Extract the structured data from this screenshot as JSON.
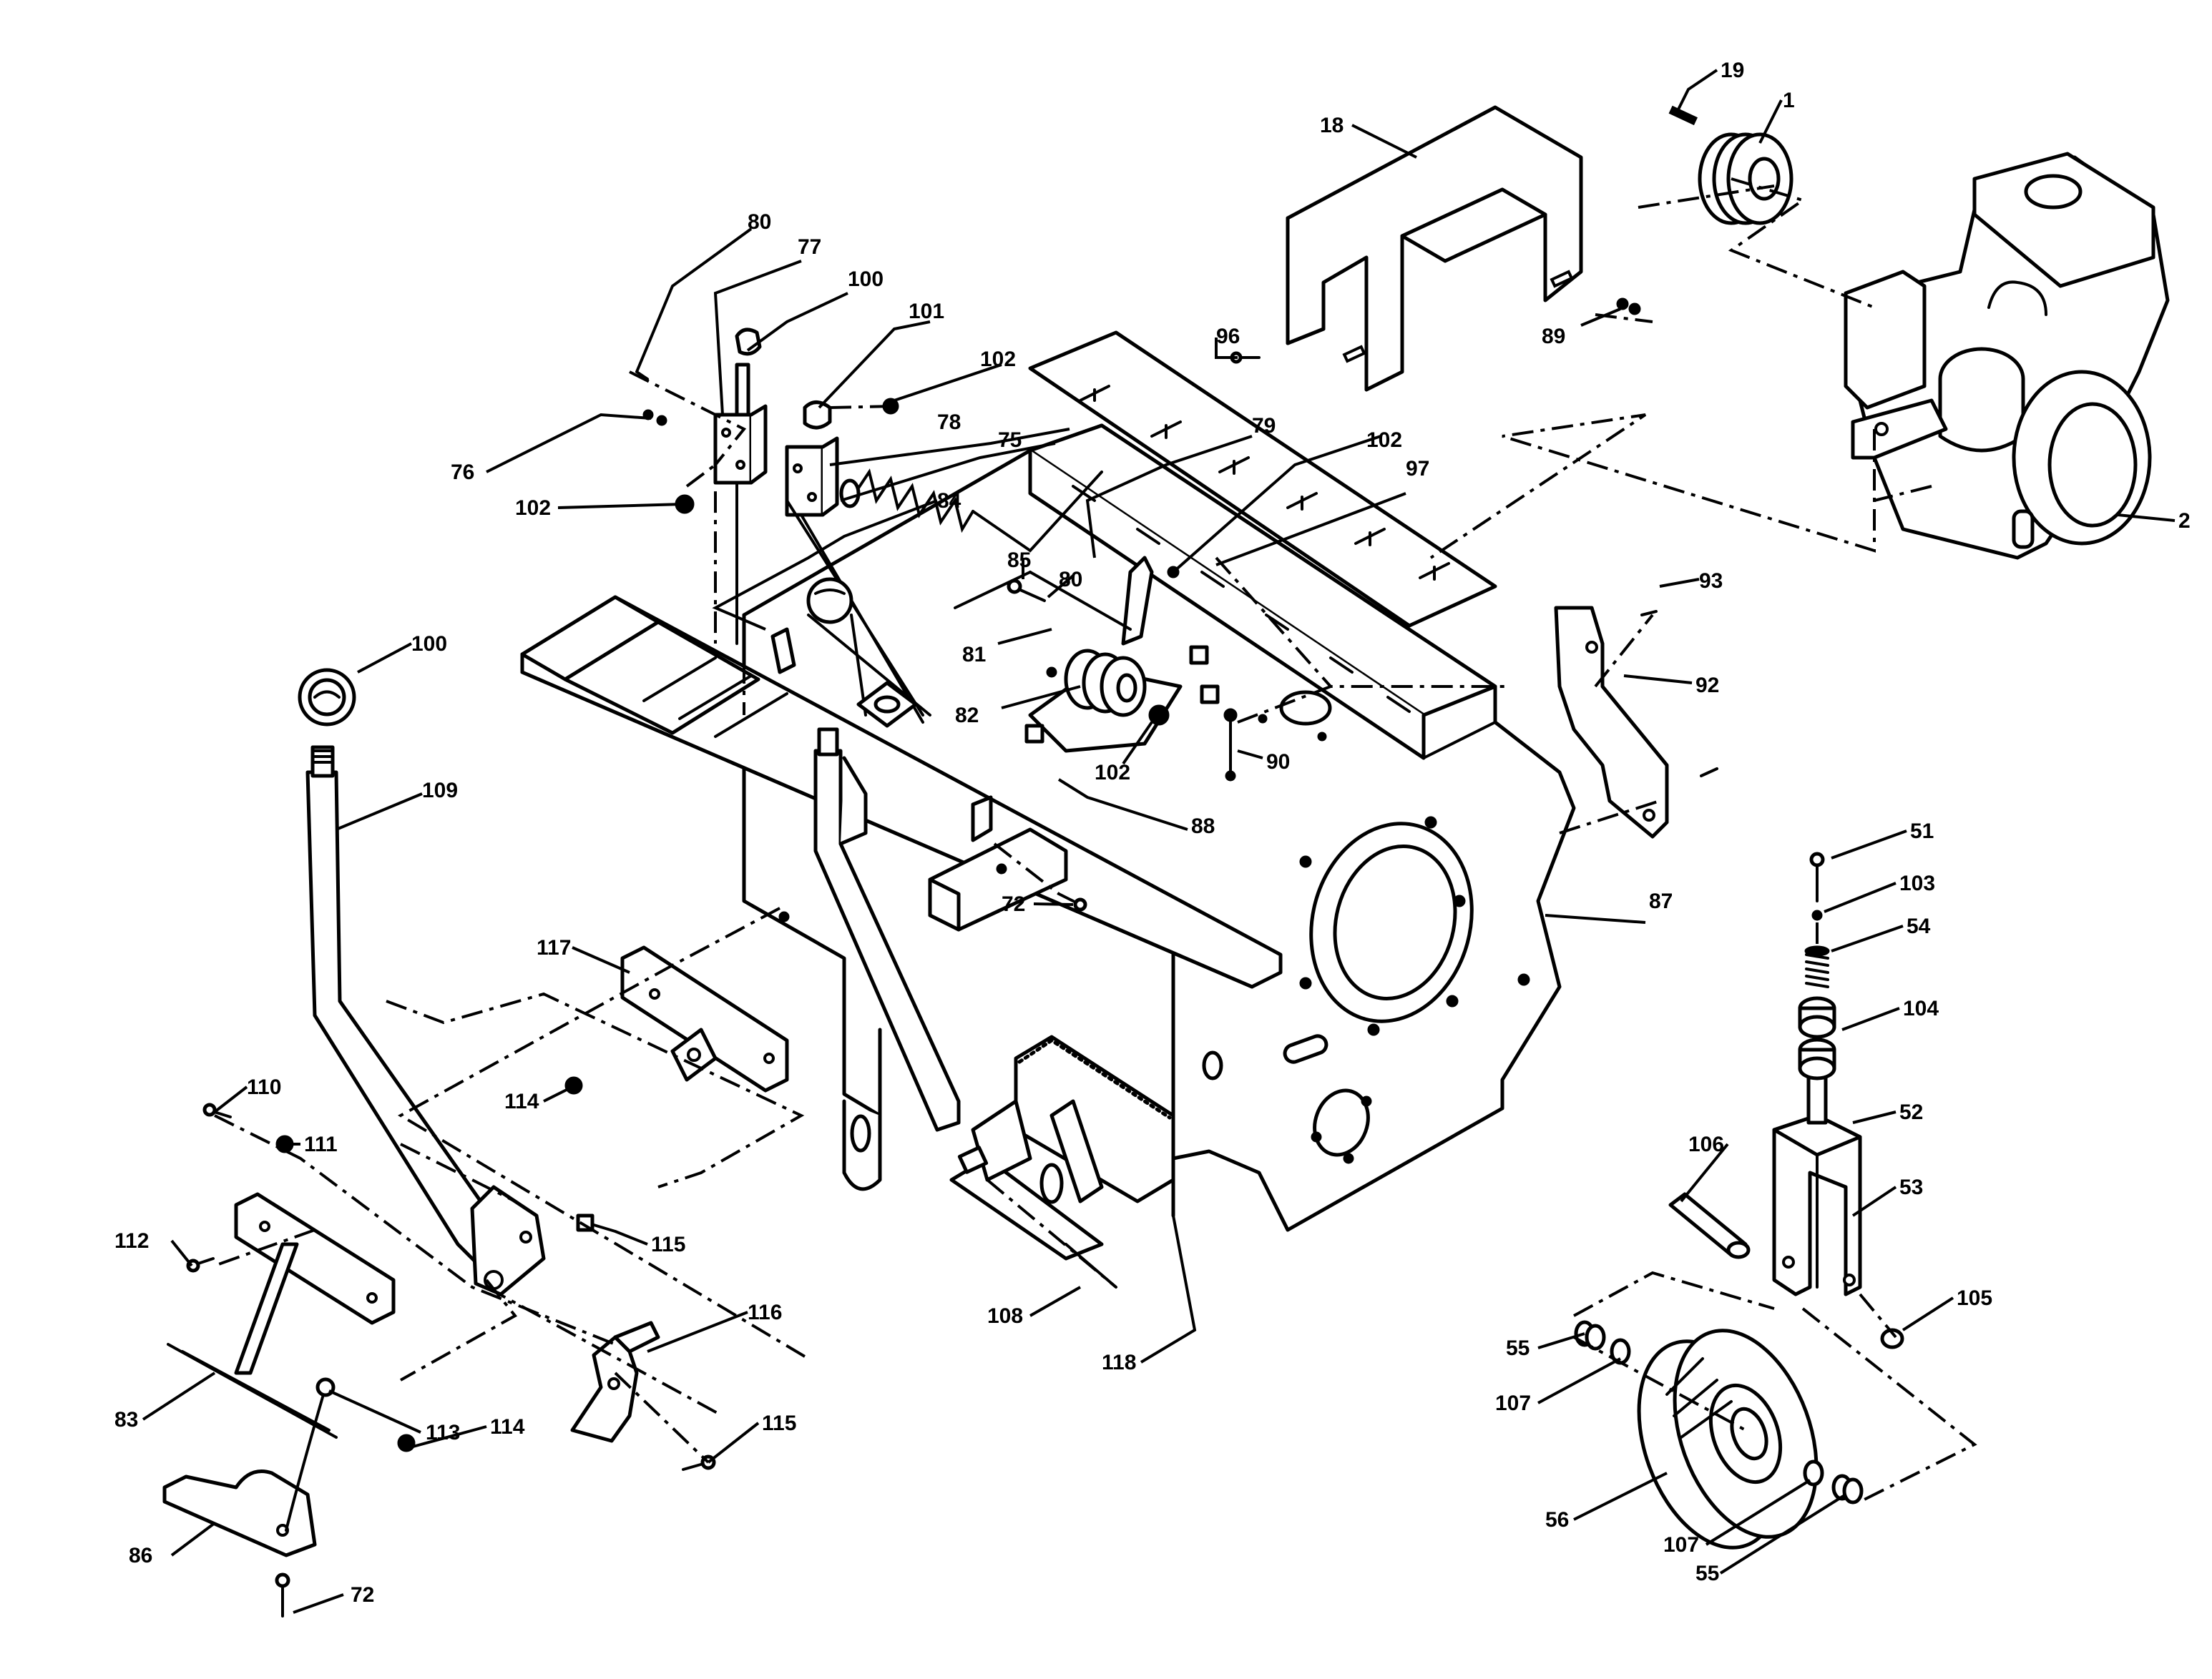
{
  "diagram": {
    "type": "exploded-parts-diagram",
    "line_color": "#000000",
    "background": "#ffffff",
    "callouts": [
      {
        "id": "c19",
        "label": "19"
      },
      {
        "id": "c1",
        "label": "1"
      },
      {
        "id": "c18",
        "label": "18"
      },
      {
        "id": "c2",
        "label": "2"
      },
      {
        "id": "c89",
        "label": "89"
      },
      {
        "id": "c96",
        "label": "96"
      },
      {
        "id": "c80a",
        "label": "80"
      },
      {
        "id": "c77",
        "label": "77"
      },
      {
        "id": "c100a",
        "label": "100"
      },
      {
        "id": "c101",
        "label": "101"
      },
      {
        "id": "c102a",
        "label": "102"
      },
      {
        "id": "c78",
        "label": "78"
      },
      {
        "id": "c75",
        "label": "75"
      },
      {
        "id": "c76",
        "label": "76"
      },
      {
        "id": "c102b",
        "label": "102"
      },
      {
        "id": "c84",
        "label": "84"
      },
      {
        "id": "c79",
        "label": "79"
      },
      {
        "id": "c102c",
        "label": "102"
      },
      {
        "id": "c97",
        "label": "97"
      },
      {
        "id": "c85",
        "label": "85"
      },
      {
        "id": "c80b",
        "label": "80"
      },
      {
        "id": "c81",
        "label": "81"
      },
      {
        "id": "c82",
        "label": "82"
      },
      {
        "id": "c102d",
        "label": "102"
      },
      {
        "id": "c90",
        "label": "90"
      },
      {
        "id": "c93",
        "label": "93"
      },
      {
        "id": "c92",
        "label": "92"
      },
      {
        "id": "c100b",
        "label": "100"
      },
      {
        "id": "c109",
        "label": "109"
      },
      {
        "id": "c88",
        "label": "88"
      },
      {
        "id": "c87",
        "label": "87"
      },
      {
        "id": "c51",
        "label": "51"
      },
      {
        "id": "c103",
        "label": "103"
      },
      {
        "id": "c54",
        "label": "54"
      },
      {
        "id": "c72a",
        "label": "72"
      },
      {
        "id": "c117",
        "label": "117"
      },
      {
        "id": "c104",
        "label": "104"
      },
      {
        "id": "c114a",
        "label": "114"
      },
      {
        "id": "c110",
        "label": "110"
      },
      {
        "id": "c111",
        "label": "111"
      },
      {
        "id": "c52",
        "label": "52"
      },
      {
        "id": "c106",
        "label": "106"
      },
      {
        "id": "c53",
        "label": "53"
      },
      {
        "id": "c112",
        "label": "112"
      },
      {
        "id": "c115a",
        "label": "115"
      },
      {
        "id": "c116",
        "label": "116"
      },
      {
        "id": "c105",
        "label": "105"
      },
      {
        "id": "c108",
        "label": "108"
      },
      {
        "id": "c55a",
        "label": "55"
      },
      {
        "id": "c118",
        "label": "118"
      },
      {
        "id": "c107a",
        "label": "107"
      },
      {
        "id": "c83",
        "label": "83"
      },
      {
        "id": "c113",
        "label": "113"
      },
      {
        "id": "c114b",
        "label": "114"
      },
      {
        "id": "c115b",
        "label": "115"
      },
      {
        "id": "c56",
        "label": "56"
      },
      {
        "id": "c107b",
        "label": "107"
      },
      {
        "id": "c55b",
        "label": "55"
      },
      {
        "id": "c86",
        "label": "86"
      },
      {
        "id": "c72b",
        "label": "72"
      }
    ]
  }
}
